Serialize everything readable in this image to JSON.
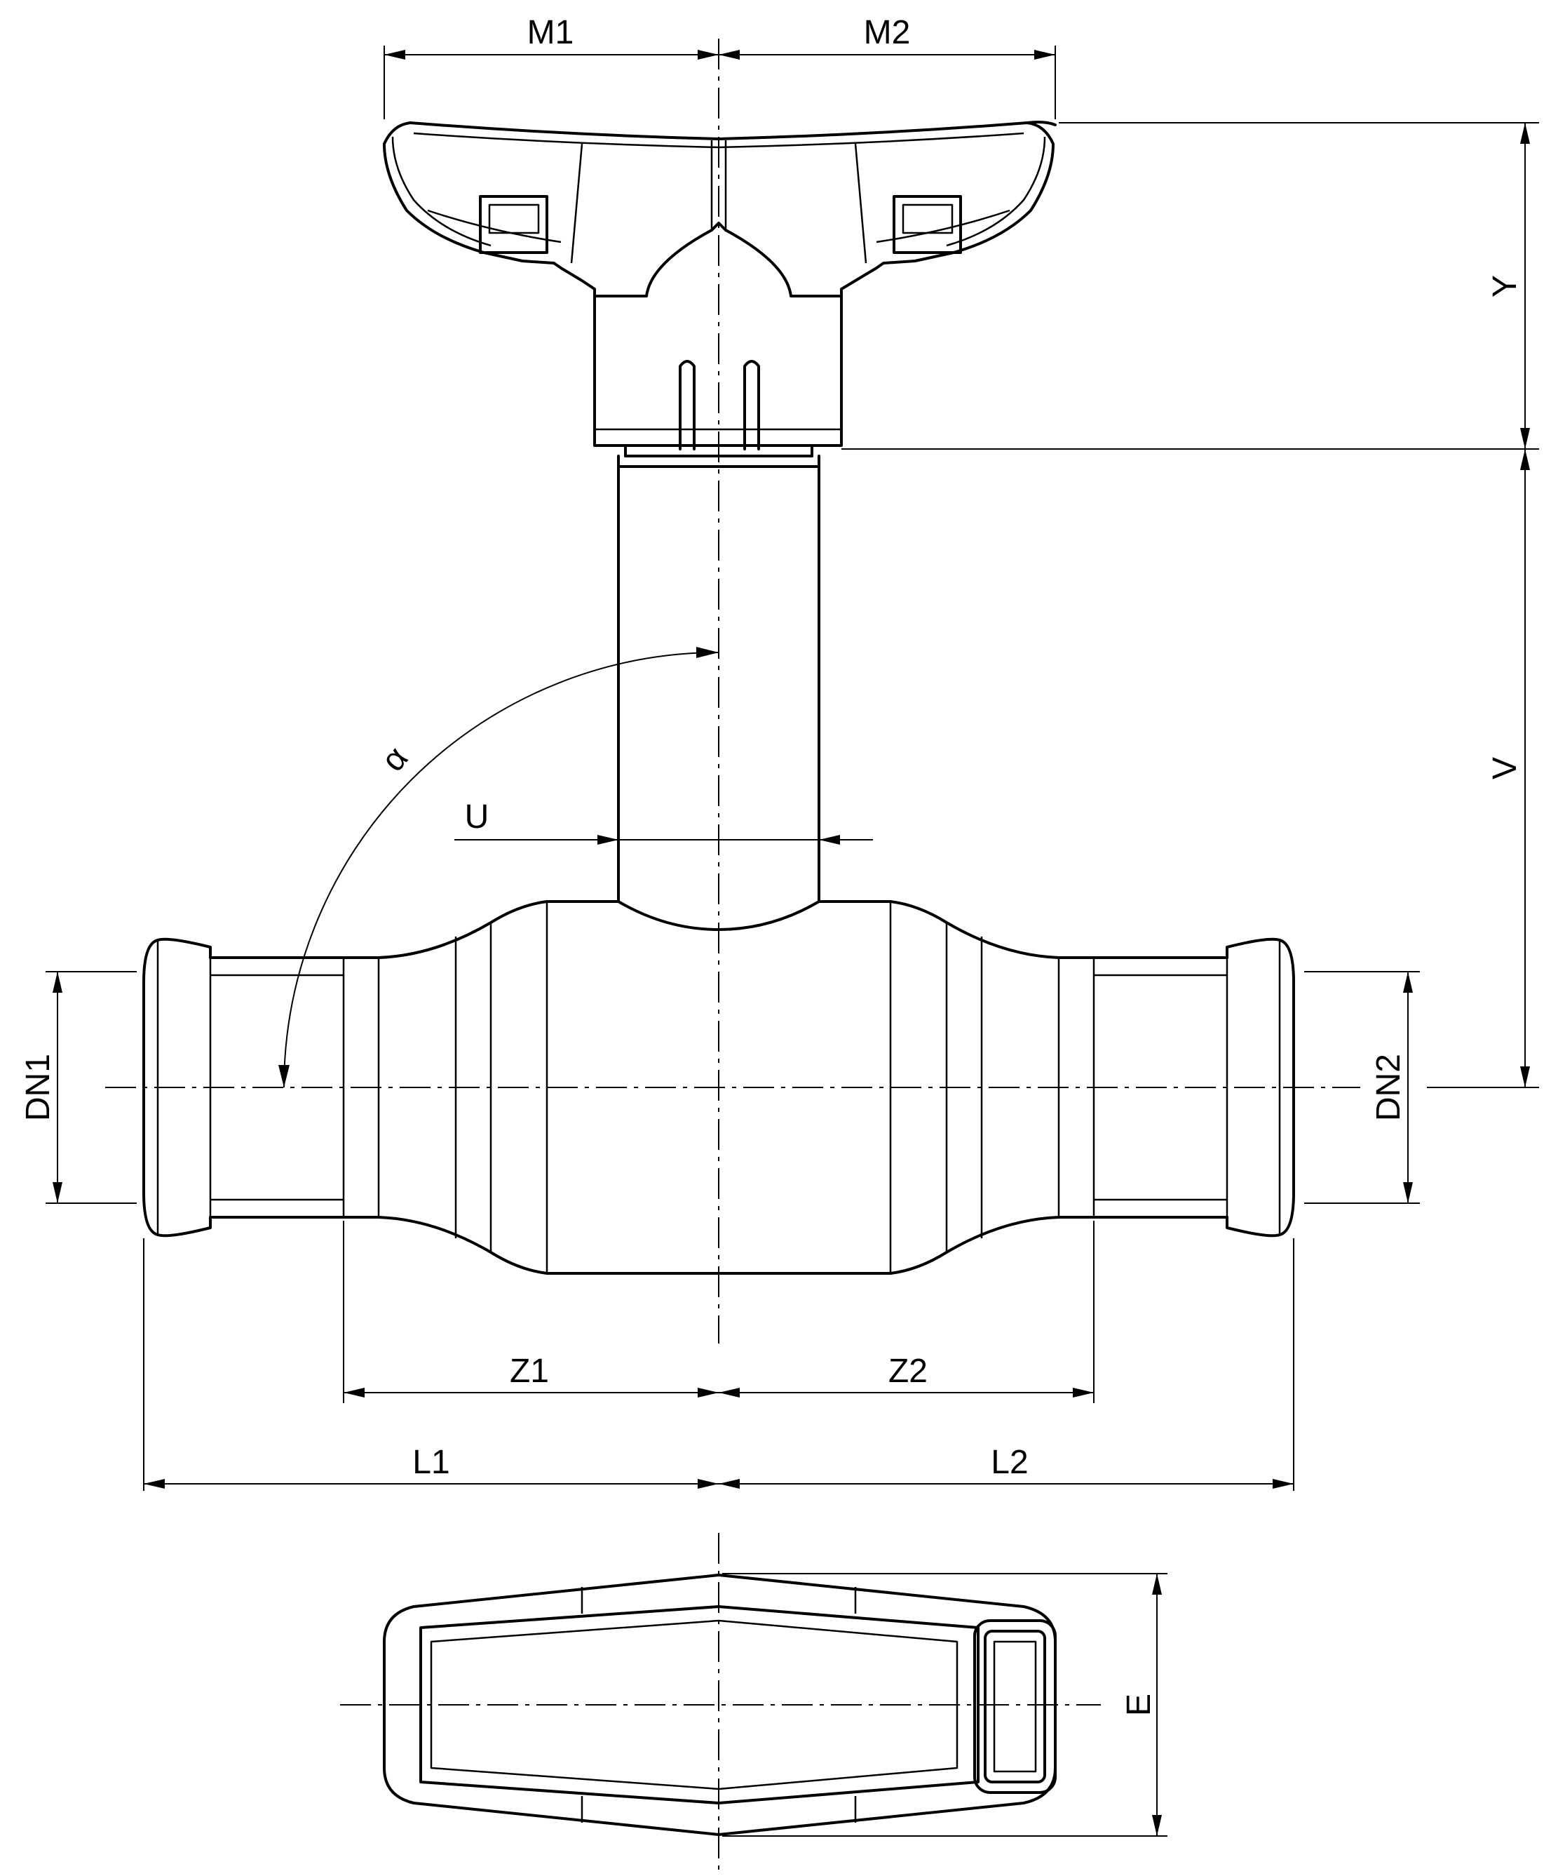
{
  "labels": {
    "m1": "M1",
    "m2": "M2",
    "y": "Y",
    "v": "V",
    "u": "U",
    "alpha": "α",
    "dn1": "DN1",
    "dn2": "DN2",
    "z1": "Z1",
    "z2": "Z2",
    "l1": "L1",
    "l2": "L2",
    "e": "E"
  }
}
